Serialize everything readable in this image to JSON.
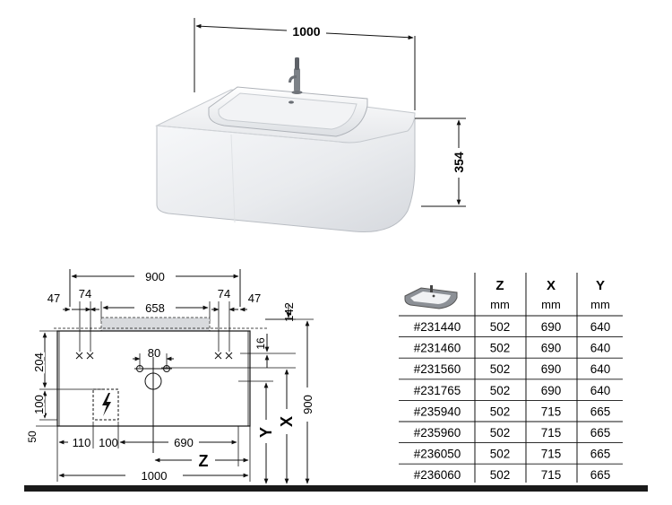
{
  "product_view": {
    "width_label": "1000",
    "height_label": "354"
  },
  "plan": {
    "dim_top": "900",
    "dim_47_left": "47",
    "dim_74_left": "74",
    "dim_658": "658",
    "dim_74_right": "74",
    "dim_47_right": "47",
    "dim_142": "142",
    "dim_16": "16",
    "dim_204": "204",
    "dim_80": "80",
    "dim_100": "100",
    "dim_50": "50",
    "dim_110": "110",
    "dim_100_bottom": "100",
    "dim_690": "690",
    "dim_1000": "1000",
    "dim_900_right": "900",
    "label_z": "Z",
    "label_y": "Y",
    "label_x": "X"
  },
  "table": {
    "headers": [
      {
        "letter": "Z",
        "unit": "mm"
      },
      {
        "letter": "X",
        "unit": "mm"
      },
      {
        "letter": "Y",
        "unit": "mm"
      }
    ],
    "rows": [
      [
        "#231440",
        "502",
        "690",
        "640"
      ],
      [
        "#231460",
        "502",
        "690",
        "640"
      ],
      [
        "#231560",
        "502",
        "690",
        "640"
      ],
      [
        "#231765",
        "502",
        "690",
        "640"
      ],
      [
        "#235940",
        "502",
        "715",
        "665"
      ],
      [
        "#235960",
        "502",
        "715",
        "665"
      ],
      [
        "#236050",
        "502",
        "715",
        "665"
      ],
      [
        "#236060",
        "502",
        "715",
        "665"
      ]
    ]
  },
  "icons": {
    "basin": "washbasin-icon",
    "power": "electrical-outlet-icon",
    "drill": "drill-hole-cross-icon"
  }
}
